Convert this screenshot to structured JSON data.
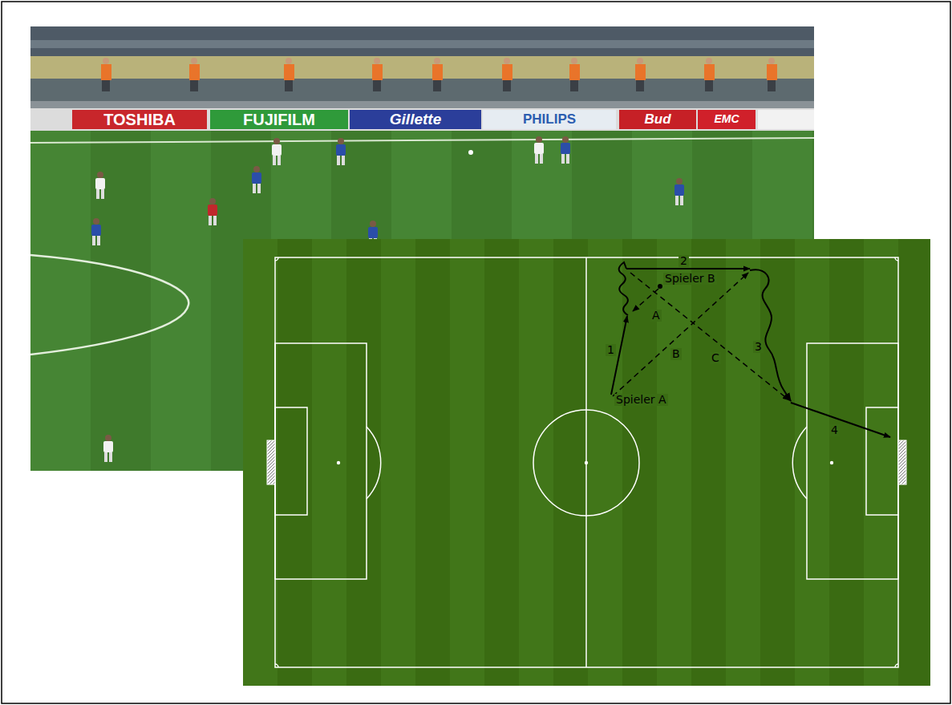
{
  "diagram": {
    "labels": [
      "TOSHIBA",
      "FUJIFILM",
      "Gillette",
      "PHILIPS",
      "Bud",
      "EMC",
      "2",
      "Spieler B",
      "A",
      "1",
      "B",
      "C",
      "3",
      "Spieler A",
      "4"
    ]
  }
}
